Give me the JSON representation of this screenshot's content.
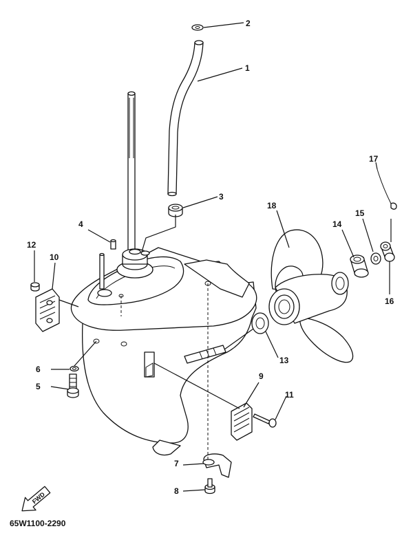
{
  "diagram_code": "65W1100-2290",
  "fwd_label": "FWD",
  "callouts": [
    {
      "id": "1",
      "label": "1"
    },
    {
      "id": "2",
      "label": "2"
    },
    {
      "id": "3",
      "label": "3"
    },
    {
      "id": "4",
      "label": "4"
    },
    {
      "id": "5",
      "label": "5"
    },
    {
      "id": "6",
      "label": "6"
    },
    {
      "id": "7",
      "label": "7"
    },
    {
      "id": "8",
      "label": "8"
    },
    {
      "id": "9",
      "label": "9"
    },
    {
      "id": "10",
      "label": "10"
    },
    {
      "id": "11",
      "label": "11"
    },
    {
      "id": "12",
      "label": "12"
    },
    {
      "id": "13",
      "label": "13"
    },
    {
      "id": "14",
      "label": "14"
    },
    {
      "id": "15",
      "label": "15"
    },
    {
      "id": "16",
      "label": "16"
    },
    {
      "id": "17",
      "label": "17"
    },
    {
      "id": "18",
      "label": "18"
    }
  ]
}
